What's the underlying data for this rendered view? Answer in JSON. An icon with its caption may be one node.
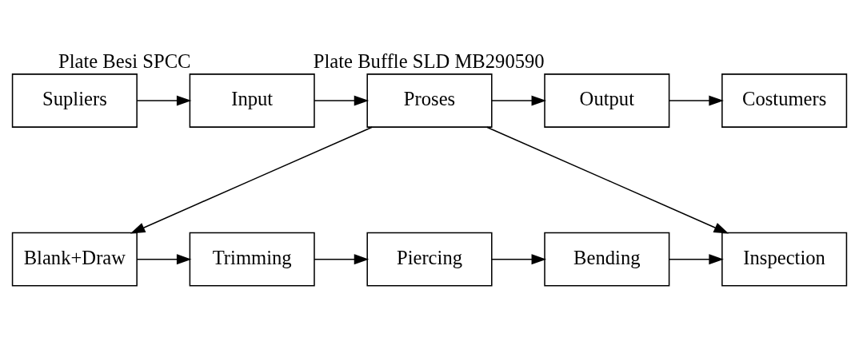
{
  "diagram": {
    "nodes": [
      {
        "text": [
          "Supliers"
        ]
      },
      {
        "text": [
          "Input"
        ],
        "beside": [
          "Plate Besi SPCC"
        ]
      },
      {
        "text": [
          "Proses"
        ]
      },
      {
        "text": [
          "Output"
        ],
        "beside": [
          "Plate Buffle SLD MB290590"
        ]
      },
      {
        "text": [
          "Costumers"
        ]
      },
      {
        "text": [
          "Blank+Draw"
        ]
      },
      {
        "text": [
          "Trimming"
        ]
      },
      {
        "text": [
          "Piercing"
        ]
      },
      {
        "text": [
          "Bending"
        ]
      },
      {
        "text": [
          "Inspection"
        ]
      }
    ],
    "edges": [
      {
        "from": 0,
        "to": 1,
        "arrow": "to"
      },
      {
        "from": 1,
        "to": 2,
        "arrow": "to"
      },
      {
        "from": 2,
        "to": 3,
        "arrow": "to"
      },
      {
        "from": 3,
        "to": 4,
        "arrow": "to"
      },
      {
        "from": 2,
        "to": 5,
        "arrow": "to"
      },
      {
        "from": 2,
        "to": 9,
        "arrow": "to"
      },
      {
        "from": 5,
        "to": 6,
        "arrow": "to"
      },
      {
        "from": 6,
        "to": 7,
        "arrow": "to"
      },
      {
        "from": 7,
        "to": 8,
        "arrow": "to"
      },
      {
        "from": 8,
        "to": 9,
        "arrow": "to"
      }
    ]
  }
}
